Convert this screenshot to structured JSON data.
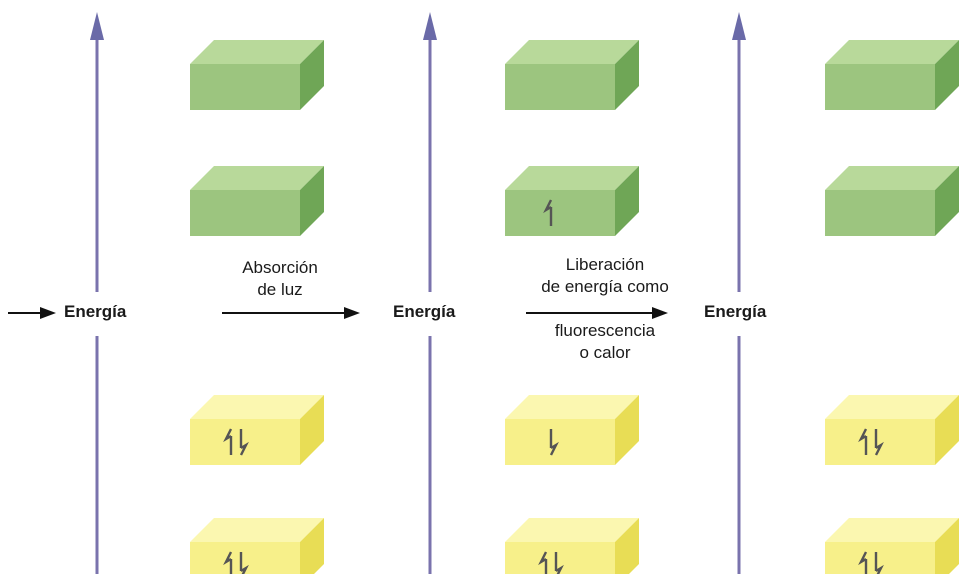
{
  "energy_label": "Energía",
  "step1": {
    "line1": "Absorción",
    "line2": "de luz"
  },
  "step2": {
    "line1": "Liberación",
    "line2": "de energía como",
    "line3": "fluorescencia",
    "line4": "o calor"
  },
  "colors": {
    "axis": "#7a73ad",
    "axis_head": "#6a6aa8",
    "green_front": "#9cc57f",
    "green_top": "#b8d99a",
    "green_side": "#6fa656",
    "yellow_front": "#f7f08a",
    "yellow_top": "#fbf7b0",
    "yellow_side": "#e8dd55",
    "arrow": "#111111"
  },
  "panels": [
    {
      "name": "ground-state",
      "orbitals": [
        "empty",
        "empty",
        "paired",
        "paired"
      ]
    },
    {
      "name": "excited-state",
      "orbitals": [
        "empty",
        "up",
        "down",
        "paired"
      ]
    },
    {
      "name": "relaxed-state",
      "orbitals": [
        "empty",
        "empty",
        "paired",
        "paired"
      ]
    }
  ]
}
